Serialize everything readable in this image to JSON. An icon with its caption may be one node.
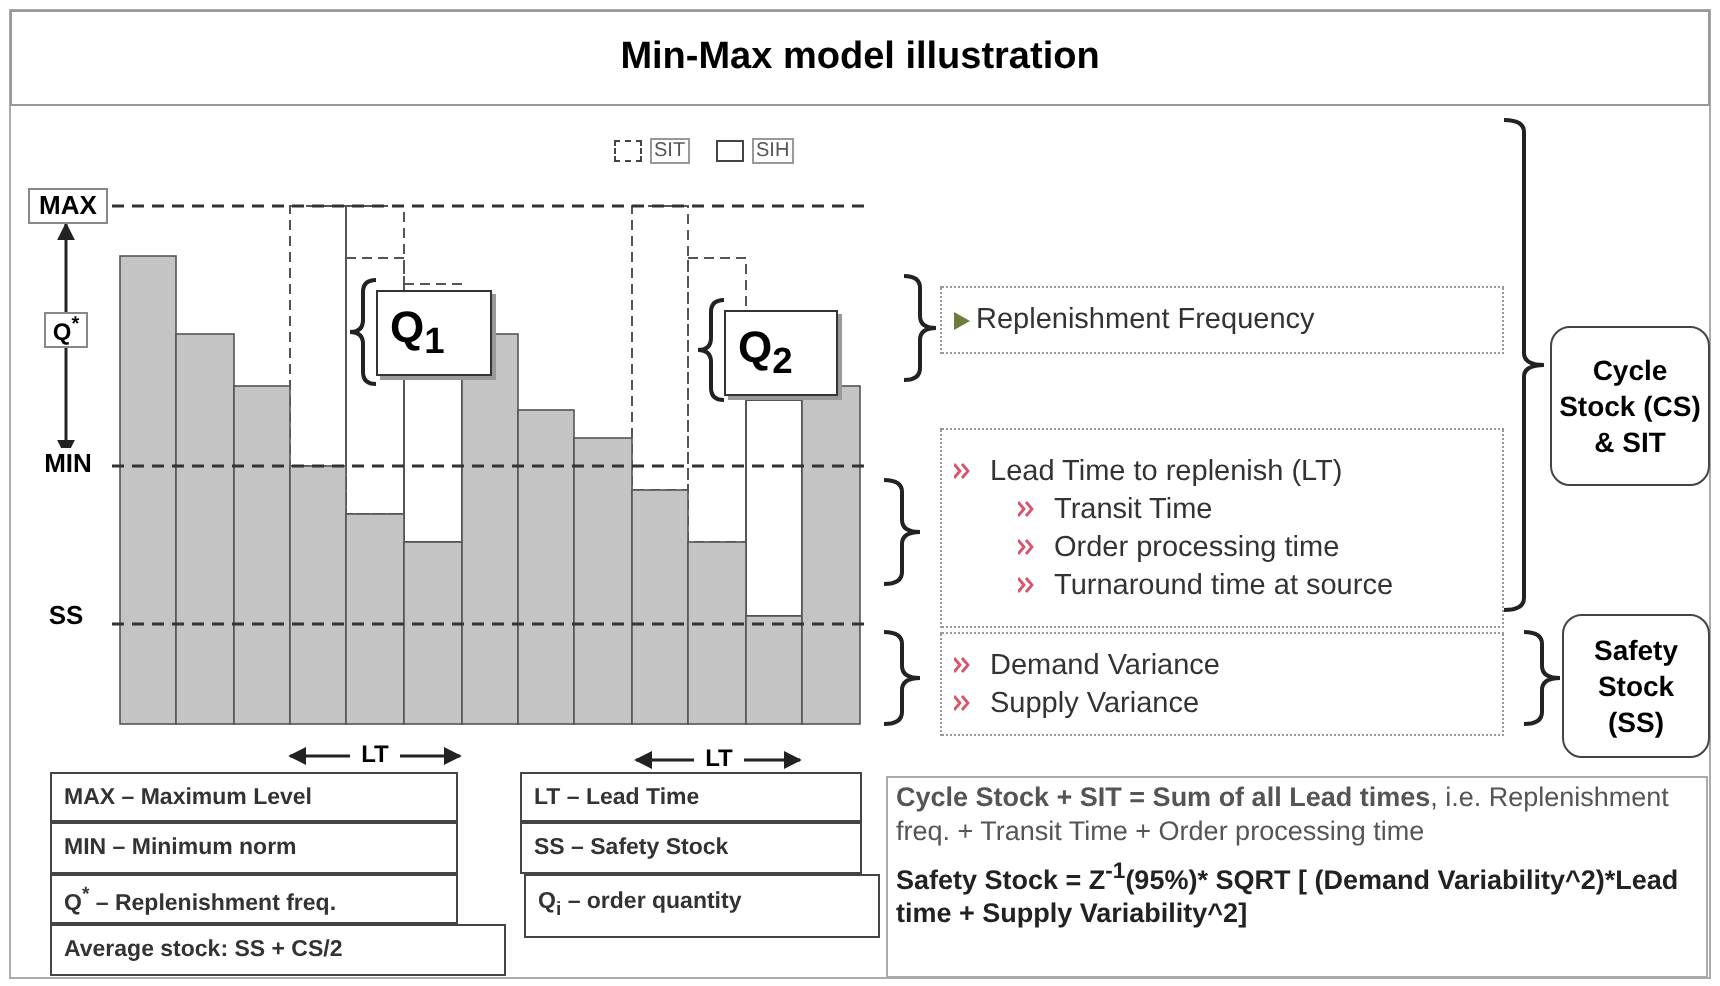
{
  "diagram": {
    "title": "Min-Max model illustration",
    "nodes": [
      {
        "text": [
          "Q$_{1}$"
        ]
      },
      {
        "text": [
          "Q$_{2}$"
        ]
      },
      {
        "text": [
          "Replenishment Frequency"
        ]
      },
      {
        "text": [
          "Lead Time to replenish (LT)",
          "Transit Time",
          "Order processing time",
          "Turnaround time at source"
        ]
      },
      {
        "text": [
          "Demand Variance",
          "Supply Variance"
        ]
      },
      {
        "text": [
          "Cycle Stock (CS) & SIT"
        ]
      },
      {
        "text": [
          "Safety Stock (SS)"
        ]
      },
      {
        "text": [
          "MAX – Maximum Level"
        ]
      },
      {
        "text": [
          "MIN – Minimum norm"
        ]
      },
      {
        "text": [
          "Q$^{*}$ – Replenishment freq."
        ]
      },
      {
        "text": [
          "Average stock: SS + CS/2"
        ]
      },
      {
        "text": [
          "LT – Lead Time"
        ]
      },
      {
        "text": [
          "SS – Safety Stock"
        ]
      },
      {
        "text": [
          "Q$_{i}$ – order quantity"
        ]
      },
      {
        "text": [
          "**Cycle Stock + SIT = Sum of all Lead times**, i.e. Replenishment freq. + Transit Time + Order processing time",
          "Safety Stock = Z$^{-1}$(95%)* SQRT [ (Demand Variability^2)*Lead time + Supply Variability^2]"
        ]
      }
    ],
    "labels": [
      "MAX",
      "Q$^{*}$",
      "MIN",
      "SS",
      "LT",
      "LT"
    ],
    "legend": [
      {
        "text": "SIT"
      },
      {
        "text": "SIH"
      }
    ]
  }
}
